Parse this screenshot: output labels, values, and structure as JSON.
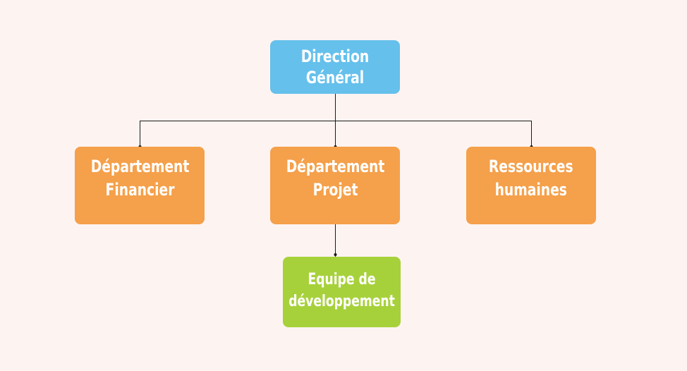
{
  "nodes": {
    "direction": "Direction Général",
    "finance": "Département\nFinancier",
    "projet": "Département\nProjet",
    "rh": "Ressources\nhumaines",
    "dev": "Equipe de\ndéveloppement"
  },
  "colors": {
    "top": "#65c0ec",
    "department": "#f5a04a",
    "team": "#a7d13b",
    "background": "#fdf4f2",
    "connector": "#1a1a1a"
  }
}
